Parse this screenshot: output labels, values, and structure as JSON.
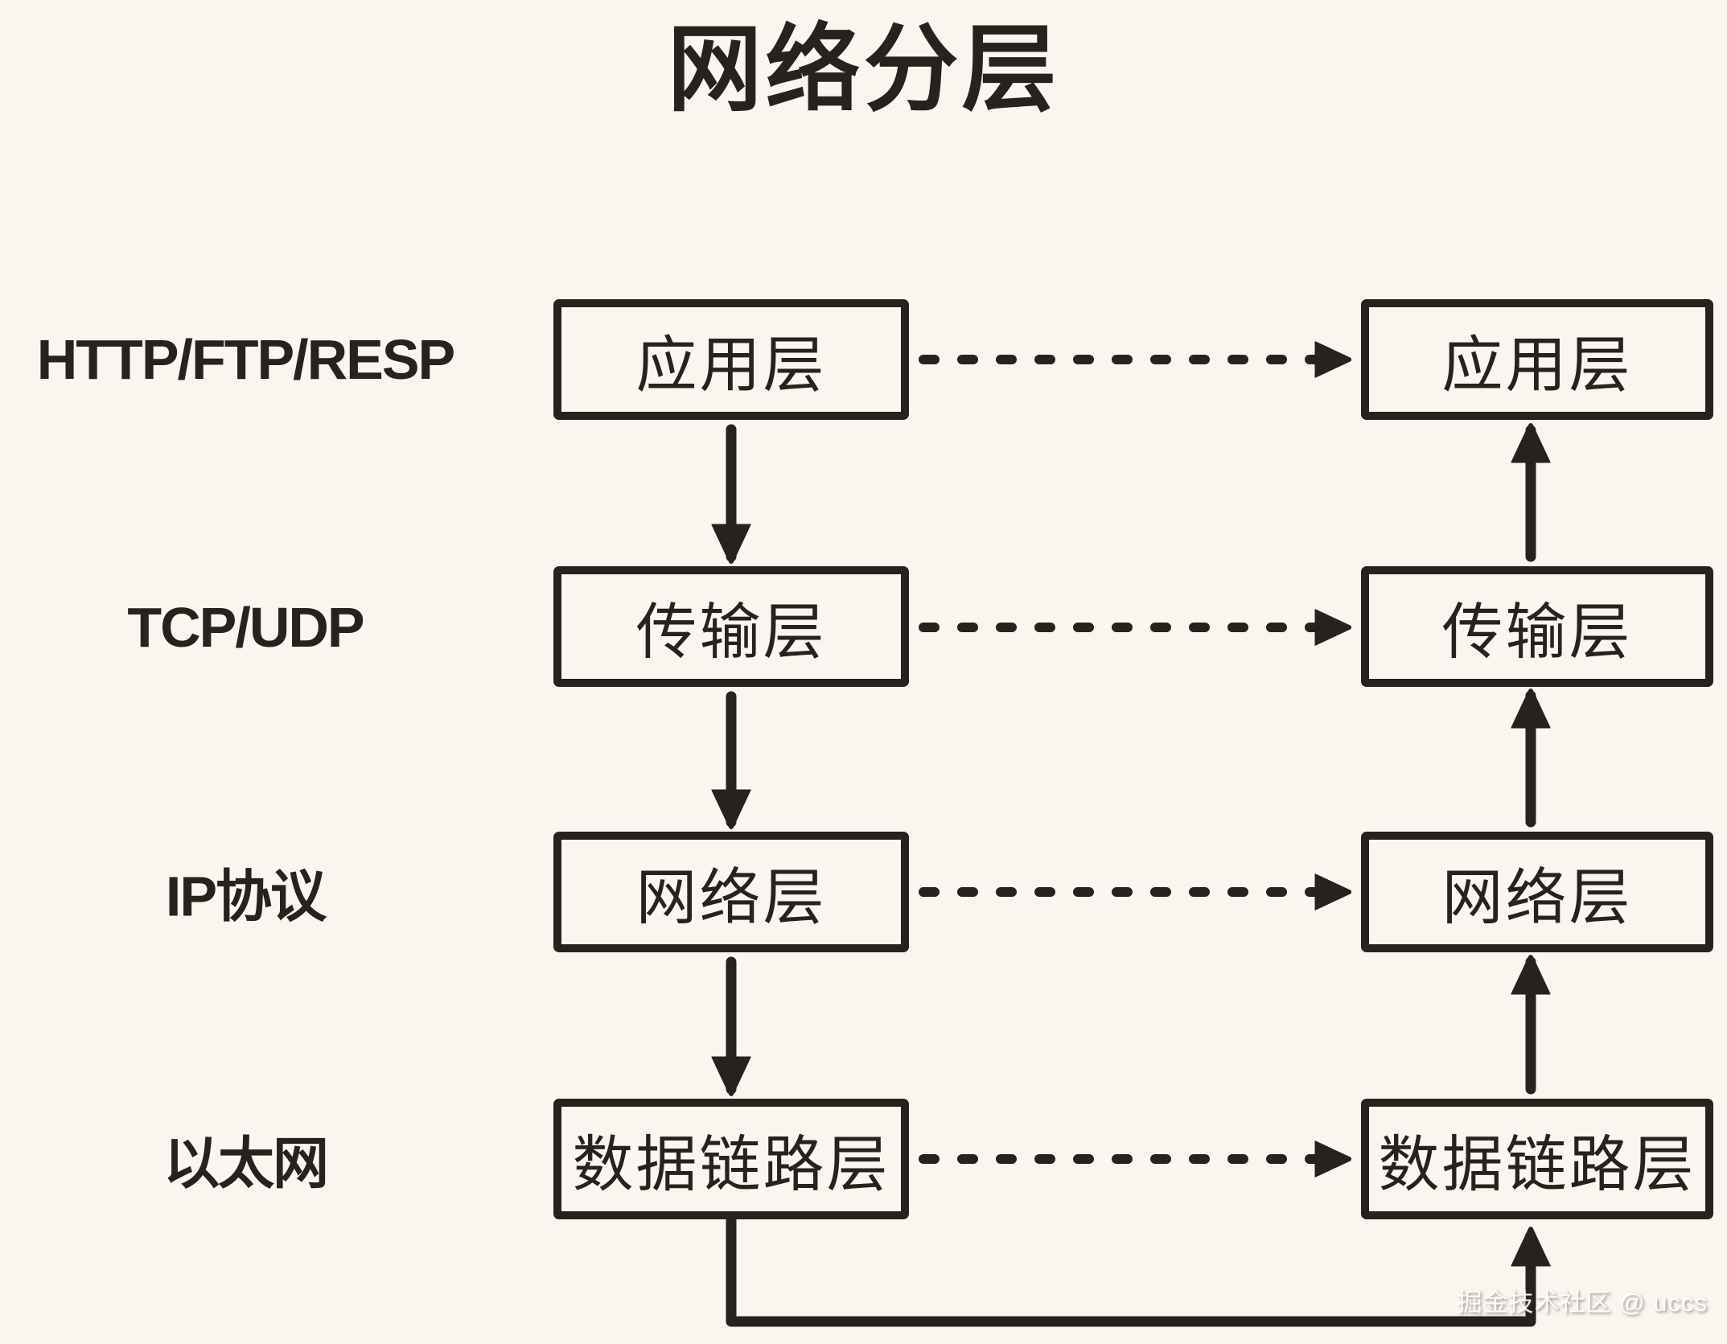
{
  "title": "网络分层",
  "colors": {
    "background": "#f9f5ef",
    "ink": "#262220",
    "watermark_text": "#ffffff"
  },
  "rows": [
    {
      "protocol": "HTTP/FTP/RESP",
      "layer": "应用层"
    },
    {
      "protocol": "TCP/UDP",
      "layer": "传输层"
    },
    {
      "protocol": "IP协议",
      "layer": "网络层"
    },
    {
      "protocol": "以太网",
      "layer": "数据链路层"
    }
  ],
  "watermark": "掘金技术社区 @ uccs"
}
